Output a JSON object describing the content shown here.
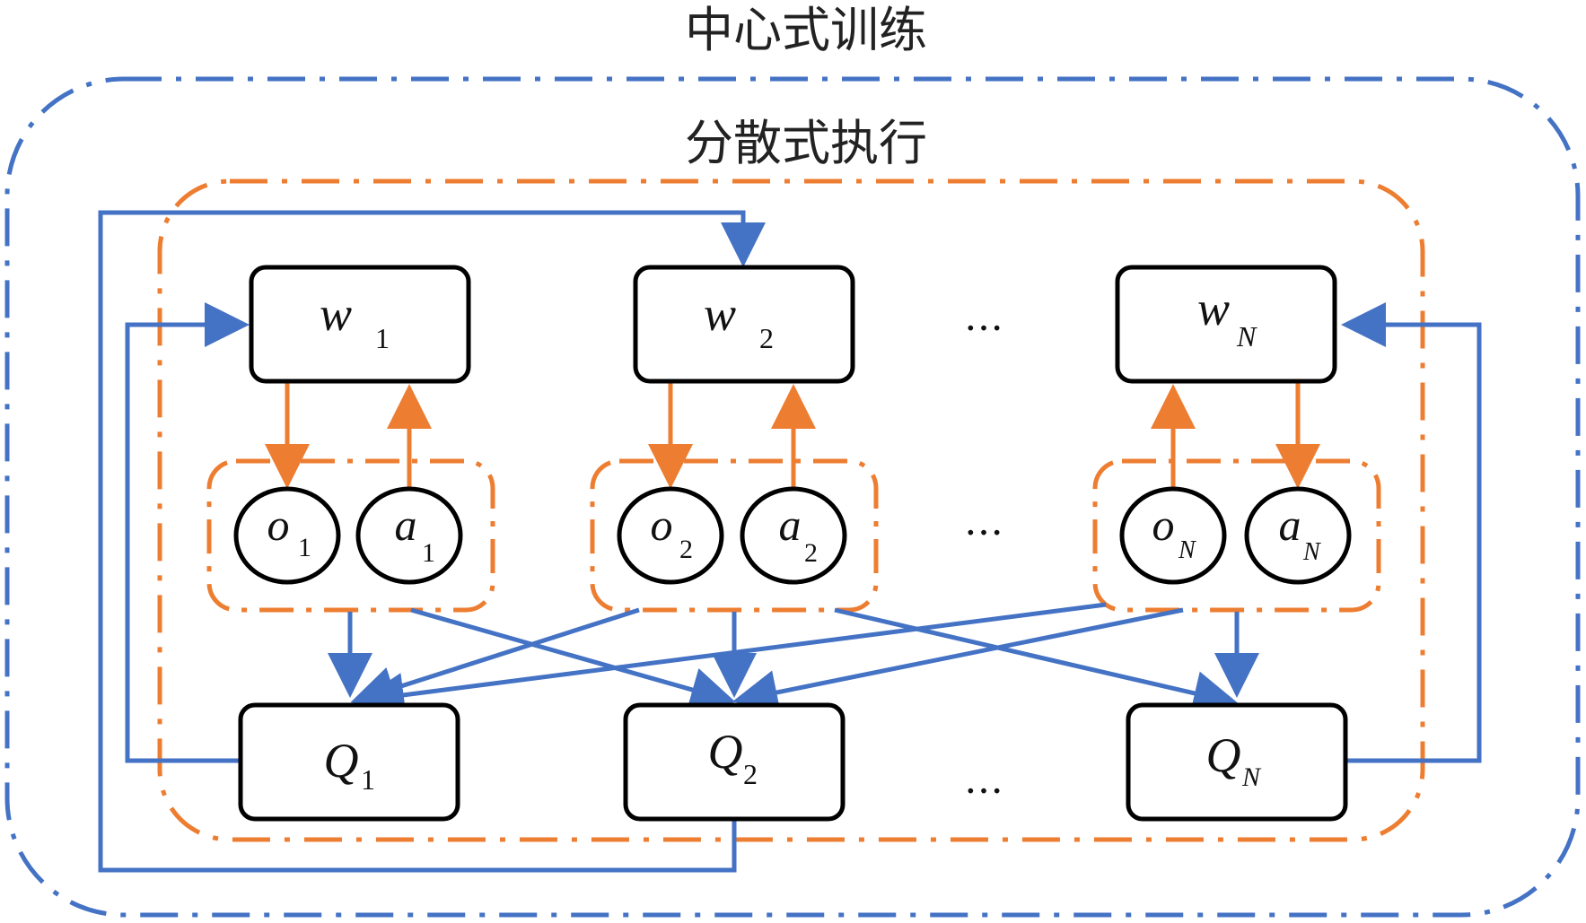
{
  "colors": {
    "blue": "#4472c4",
    "orange": "#ed7d31",
    "black": "#000000"
  },
  "outer_group": {
    "label": "中心式训练"
  },
  "inner_group": {
    "label": "分散式执行"
  },
  "policies": [
    {
      "var": "w",
      "sub": "1"
    },
    {
      "var": "w",
      "sub": "2"
    },
    {
      "var": "w",
      "sub": "N"
    }
  ],
  "observations": [
    {
      "var": "o",
      "sub": "1"
    },
    {
      "var": "o",
      "sub": "2"
    },
    {
      "var": "o",
      "sub": "N"
    }
  ],
  "actions": [
    {
      "var": "a",
      "sub": "1"
    },
    {
      "var": "a",
      "sub": "2"
    },
    {
      "var": "a",
      "sub": "N"
    }
  ],
  "critics": [
    {
      "var": "Q",
      "sub": "1"
    },
    {
      "var": "Q",
      "sub": "2"
    },
    {
      "var": "Q",
      "sub": "N"
    }
  ],
  "ellipsis": "…"
}
